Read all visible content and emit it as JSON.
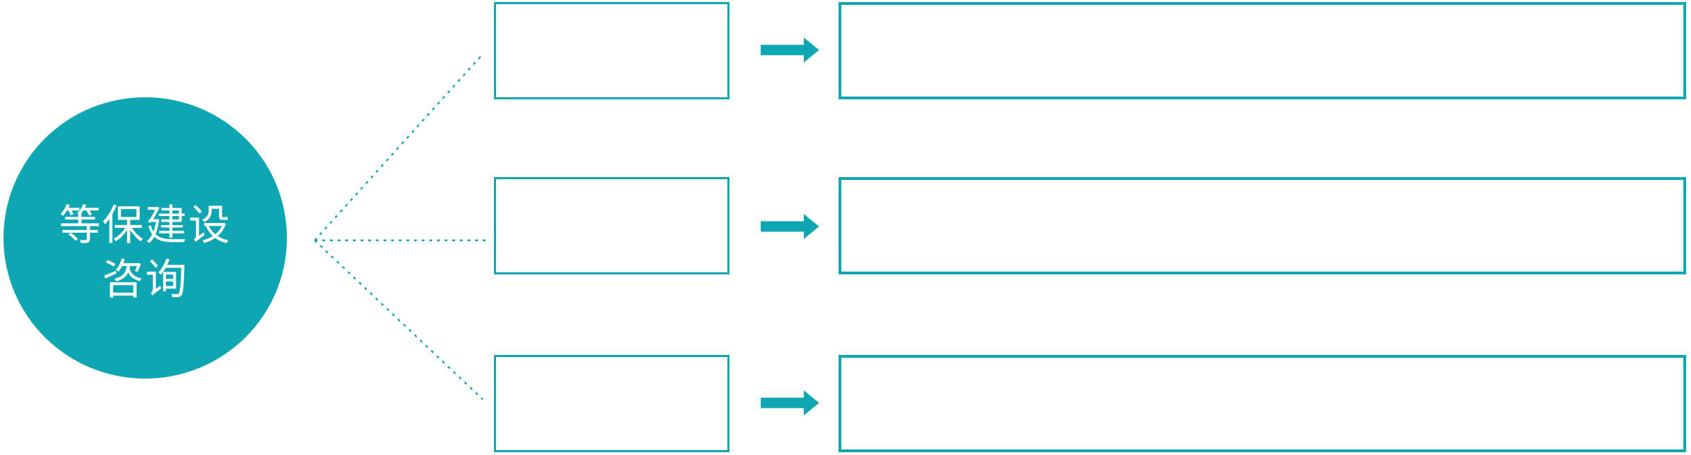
{
  "diagram": {
    "topic_circle": {
      "text_lines": [
        "等保建设",
        "咨询"
      ]
    },
    "rows": [
      {
        "small_box_text": "",
        "big_box_text": ""
      },
      {
        "small_box_text": "",
        "big_box_text": ""
      },
      {
        "small_box_text": "",
        "big_box_text": ""
      }
    ]
  },
  "icons": {
    "row_arrow": "arrow-right-icon",
    "branch_connector": "dotted-branch-lines"
  },
  "colors": {
    "accent": "#0ea6b2",
    "background": "#ffffff",
    "text_on_accent": "#ffffff"
  }
}
